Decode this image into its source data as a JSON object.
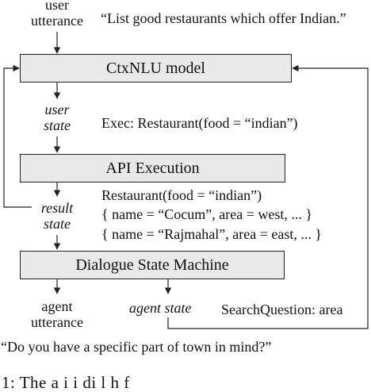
{
  "labels": {
    "user_utterance_line1": "user",
    "user_utterance_line2": "utterance",
    "user_state_line1": "user",
    "user_state_line2": "state",
    "result_state_line1": "result",
    "result_state_line2": "state",
    "agent_utterance_line1": "agent",
    "agent_utterance_line2": "utterance",
    "agent_state": "agent state"
  },
  "boxes": {
    "ctxnlu": "CtxNLU model",
    "api": "API Execution",
    "dsm": "Dialogue State Machine"
  },
  "annotations": {
    "user_quote": "“List good restaurants which offer Indian.”",
    "exec": "Exec: Restaurant(food = “indian”)",
    "result_line1": "Restaurant(food = “indian”)",
    "result_line2": "{ name = “Cocum”, area = west, ... }",
    "result_line3": "{ name = “Rajmahal”, area = east, ... }",
    "search_question": "SearchQuestion: area",
    "agent_quote": "“Do you have a specific part of town in mind?”"
  },
  "caption_fragment": "1:  The  a    i          i        di l           h       f"
}
